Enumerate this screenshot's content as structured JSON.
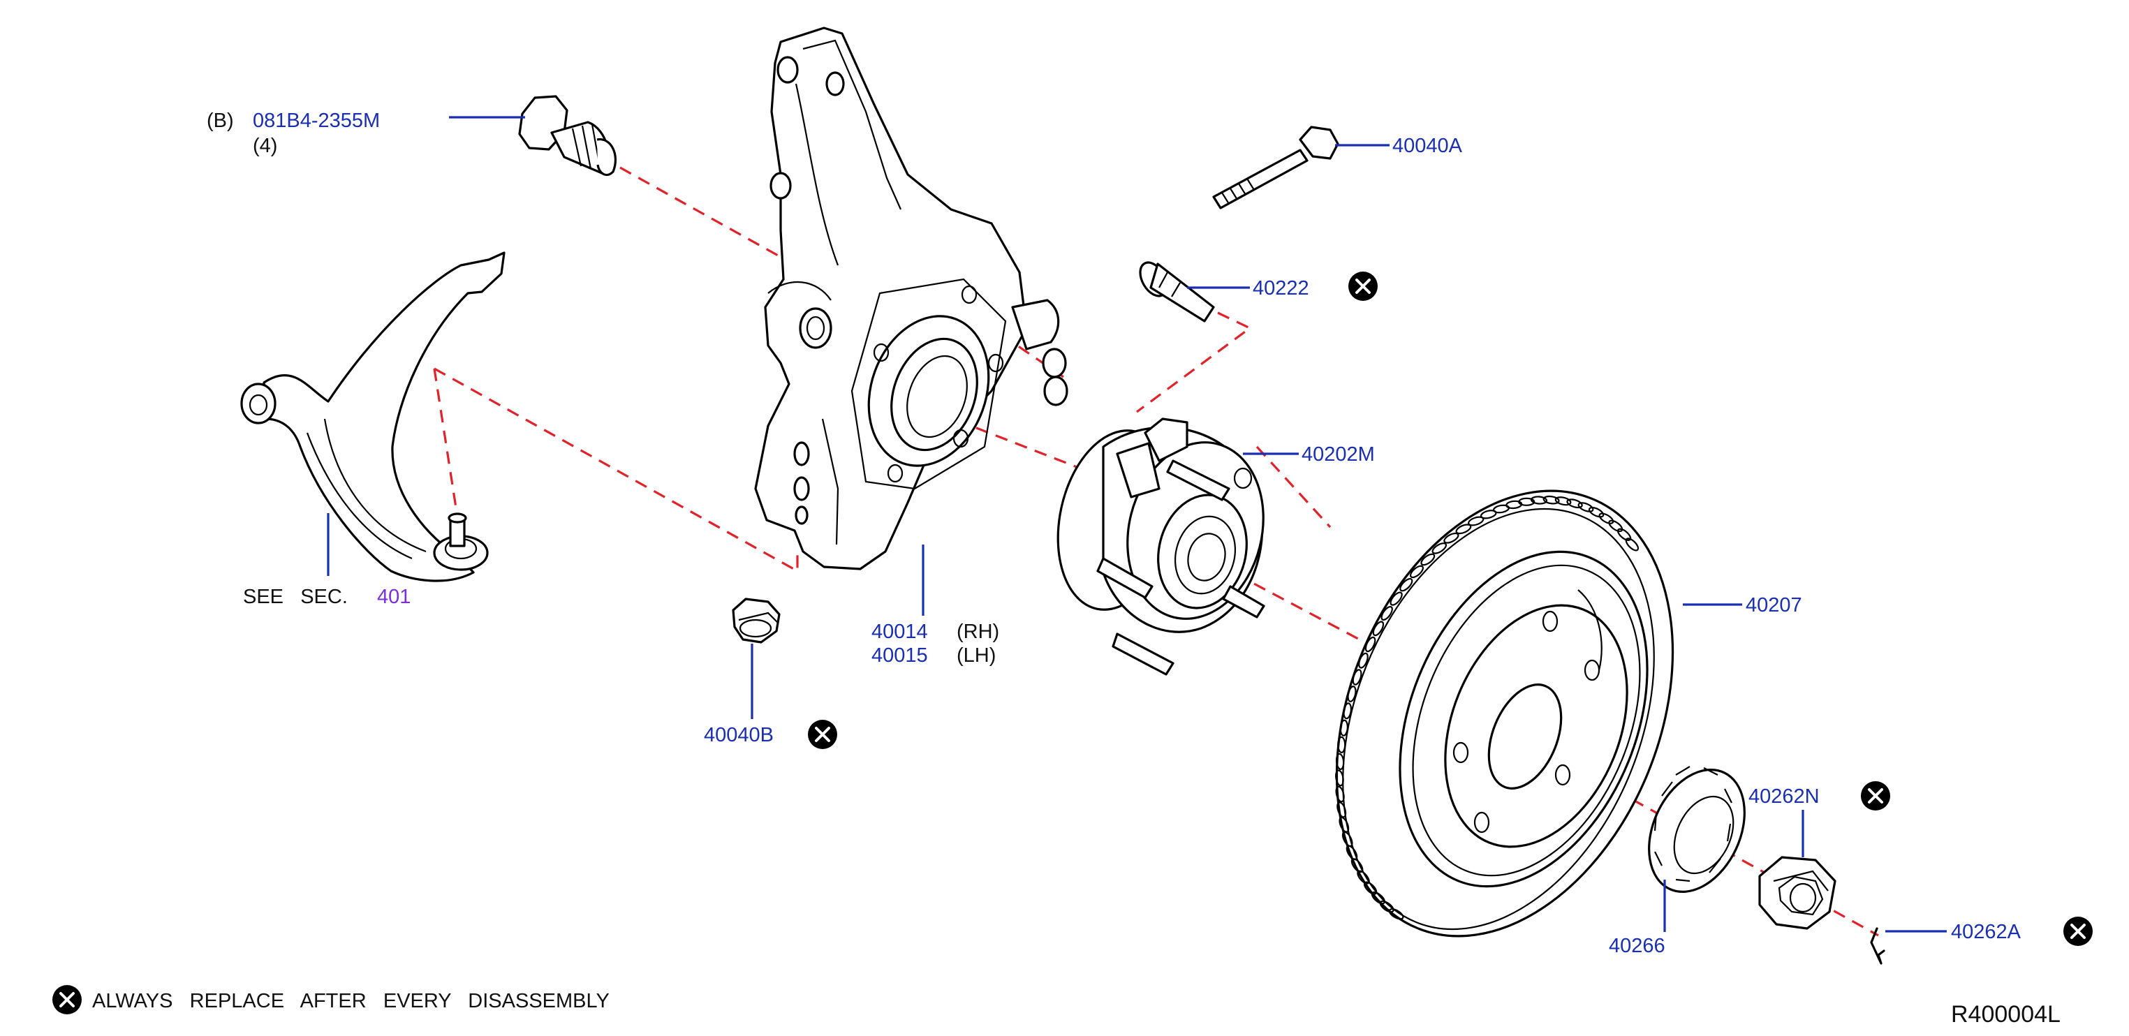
{
  "colors": {
    "label": "#1a2fb0",
    "section_ref": "#7b2fd6",
    "guide": "#e0232a",
    "ink": "#000000"
  },
  "labels": {
    "bolt_b_prefix": "(B)",
    "bolt_b_number": "081B4-2355M",
    "bolt_b_qty": "(4)",
    "bolt_40040a": "40040A",
    "stud_40222": "40222",
    "hub_40202m": "40202M",
    "rotor_40207": "40207",
    "knuckle_rh_number": "40014",
    "knuckle_rh_side": "(RH)",
    "knuckle_lh_number": "40015",
    "knuckle_lh_side": "(LH)",
    "nut_40040b": "40040B",
    "see_sec_text": "SEE   SEC.",
    "see_sec_number": "401",
    "nut_40262n": "40262N",
    "ring_40266": "40266",
    "pin_40262a": "40262A"
  },
  "replace_marks": {
    "icon": "circle-x-icon",
    "items": [
      "40222",
      "40040B",
      "40262N",
      "40262A"
    ]
  },
  "legend": {
    "icon": "circle-x-icon",
    "text": "ALWAYS   REPLACE   AFTER   EVERY   DISASSEMBLY"
  },
  "diagram_code": "R400004L"
}
